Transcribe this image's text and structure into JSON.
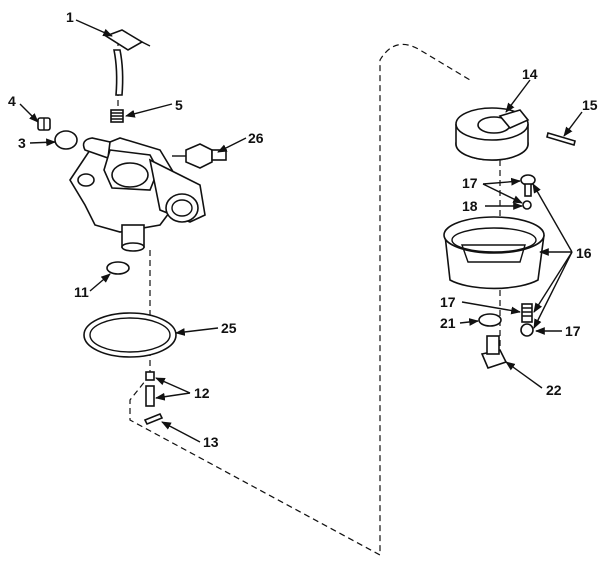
{
  "callouts": {
    "c1": "1",
    "c3": "3",
    "c4": "4",
    "c5": "5",
    "c11": "11",
    "c12": "12",
    "c13": "13",
    "c14": "14",
    "c15": "15",
    "c16": "16",
    "c17a": "17",
    "c17b": "17",
    "c17c": "17",
    "c18": "18",
    "c21": "21",
    "c22": "22",
    "c25": "25",
    "c26": "26"
  }
}
